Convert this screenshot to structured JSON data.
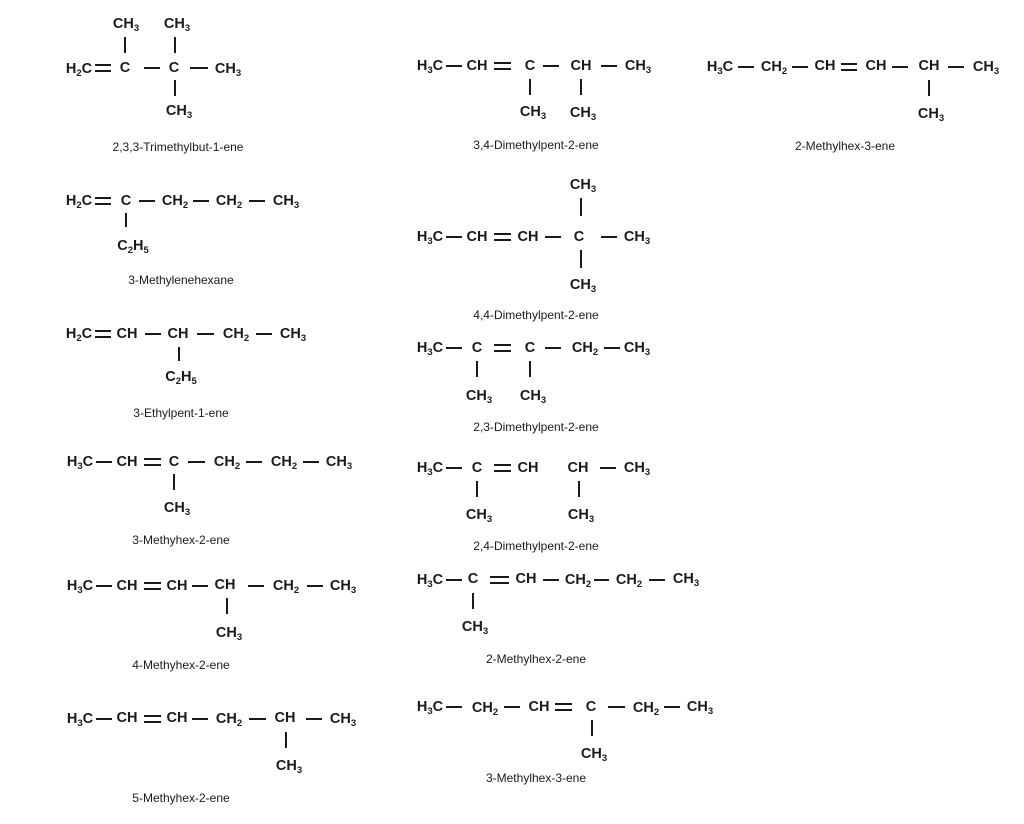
{
  "molecules": [
    {
      "name": "2,3,3-Trimethylbut-1-ene",
      "atoms": {
        "a1": "H2C",
        "a2": "C",
        "a3": "C",
        "a4": "CH3",
        "a5": "CH3",
        "a6": "CH3",
        "a7": "CH3"
      }
    },
    {
      "name": "3,4-Dimethylpent-2-ene",
      "atoms": {
        "a1": "H3C",
        "a2": "CH",
        "a3": "C",
        "a4": "CH",
        "a5": "CH3",
        "a6": "CH3",
        "a7": "CH3"
      }
    },
    {
      "name": "2-Methylhex-3-ene",
      "atoms": {
        "a1": "H3C",
        "a2": "CH2",
        "a3": "CH",
        "a4": "CH",
        "a5": "CH",
        "a6": "CH3",
        "a7": "CH3"
      }
    },
    {
      "name": "3-Methylenehexane",
      "atoms": {
        "a1": "H2C",
        "a2": "C",
        "a3": "CH2",
        "a4": "CH2",
        "a5": "CH3",
        "a6": "C2H5"
      }
    },
    {
      "name": "4,4-Dimethylpent-2-ene",
      "atoms": {
        "a1": "H3C",
        "a2": "CH",
        "a3": "CH",
        "a4": "C",
        "a5": "CH3",
        "a6": "CH3",
        "a7": "CH3"
      }
    },
    {
      "name": "3-Ethylpent-1-ene",
      "atoms": {
        "a1": "H2C",
        "a2": "CH",
        "a3": "CH",
        "a4": "CH2",
        "a5": "CH3",
        "a6": "C2H5"
      }
    },
    {
      "name": "2,3-Dimethylpent-2-ene",
      "atoms": {
        "a1": "H3C",
        "a2": "C",
        "a3": "C",
        "a4": "CH2",
        "a5": "CH3",
        "a6": "CH3",
        "a7": "CH3"
      }
    },
    {
      "name": "3-Methyhex-2-ene",
      "atoms": {
        "a1": "H3C",
        "a2": "CH",
        "a3": "C",
        "a4": "CH2",
        "a5": "CH2",
        "a6": "CH3",
        "a7": "CH3"
      }
    },
    {
      "name": "2,4-Dimethylpent-2-ene",
      "atoms": {
        "a1": "H3C",
        "a2": "C",
        "a3": "CH",
        "a4": "CH",
        "a5": "CH3",
        "a6": "CH3",
        "a7": "CH3"
      }
    },
    {
      "name": "4-Methyhex-2-ene",
      "atoms": {
        "a1": "H3C",
        "a2": "CH",
        "a3": "CH",
        "a4": "CH",
        "a5": "CH2",
        "a6": "CH3",
        "a7": "CH3"
      }
    },
    {
      "name": "2-Methylhex-2-ene",
      "atoms": {
        "a1": "H3C",
        "a2": "C",
        "a3": "CH",
        "a4": "CH2",
        "a5": "CH2",
        "a6": "CH3",
        "a7": "CH3"
      }
    },
    {
      "name": "5-Methyhex-2-ene",
      "atoms": {
        "a1": "H3C",
        "a2": "CH",
        "a3": "CH",
        "a4": "CH2",
        "a5": "CH",
        "a6": "CH3",
        "a7": "CH3"
      }
    },
    {
      "name": "3-Methylhex-3-ene",
      "atoms": {
        "a1": "H3C",
        "a2": "CH2",
        "a3": "CH",
        "a4": "C",
        "a5": "CH2",
        "a6": "CH3",
        "a7": "CH3"
      }
    }
  ]
}
